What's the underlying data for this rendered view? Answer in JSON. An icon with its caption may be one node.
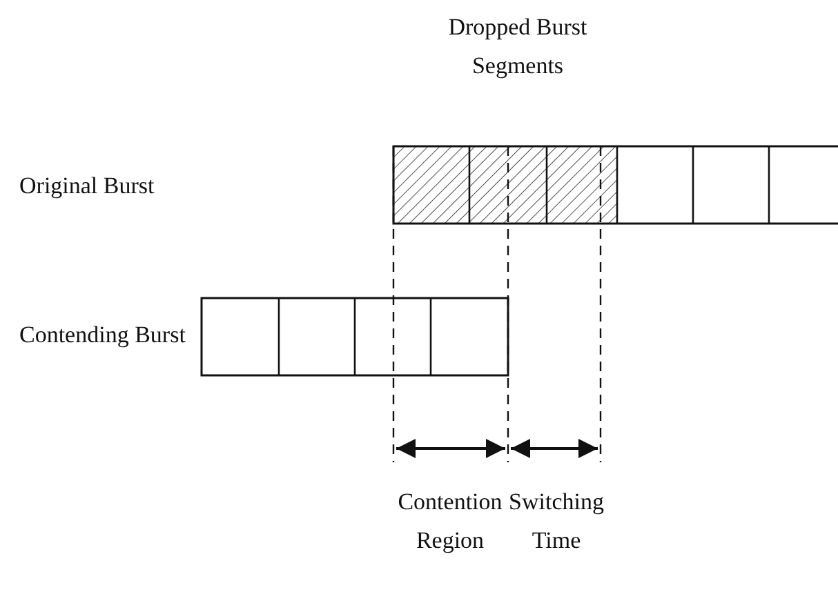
{
  "diagram": {
    "labels": [
      "Dropped Burst Segments",
      "Original Burst",
      "Contending Burst",
      "Contention Region",
      "Switching Time"
    ]
  }
}
